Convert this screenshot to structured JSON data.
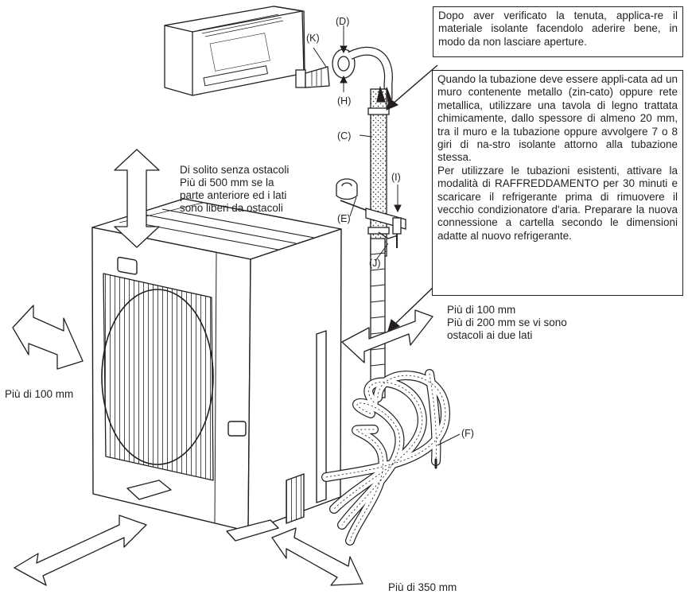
{
  "labels": {
    "K": "(K)",
    "D": "(D)",
    "H": "(H)",
    "C": "(C)",
    "I": "(I)",
    "E": "(E)",
    "J": "(J)",
    "F": "(F)"
  },
  "notes": {
    "top_box": "Dopo aver verificato la tenuta, applica-re il materiale isolante facendolo aderire bene, in modo da non lasciare aperture.",
    "middle_box": [
      "Quando la tubazione deve essere appli-cata ad un muro contenente metallo (zin-cato) oppure rete metallica, utilizzare una tavola di legno trattata chimicamente, dallo spessore di almeno 20 mm, tra il muro e la tubazione oppure avvolgere 7 o 8 giri di na-stro isolante attorno alla tubazione stessa.",
      "Per utilizzare le tubazioni esistenti, attivare la modalità di RAFFREDDAMENTO per 30 minuti e scaricare il refrigerante prima di rimuovere il vecchio condizionatore d'aria. Preparare la nuova connessione a cartella secondo le dimensioni adatte al nuovo refrigerante."
    ]
  },
  "clearances": {
    "top": "Di solito senza ostacoli\nPiù di 500 mm se la\nparte anteriore ed i lati\nsono liberi da ostacoli",
    "right": "Più di 100 mm\nPiù di 200 mm se vi sono\nostacoli ai due lati",
    "left": "Più di 100 mm",
    "bottom": "Più di 350 mm"
  }
}
